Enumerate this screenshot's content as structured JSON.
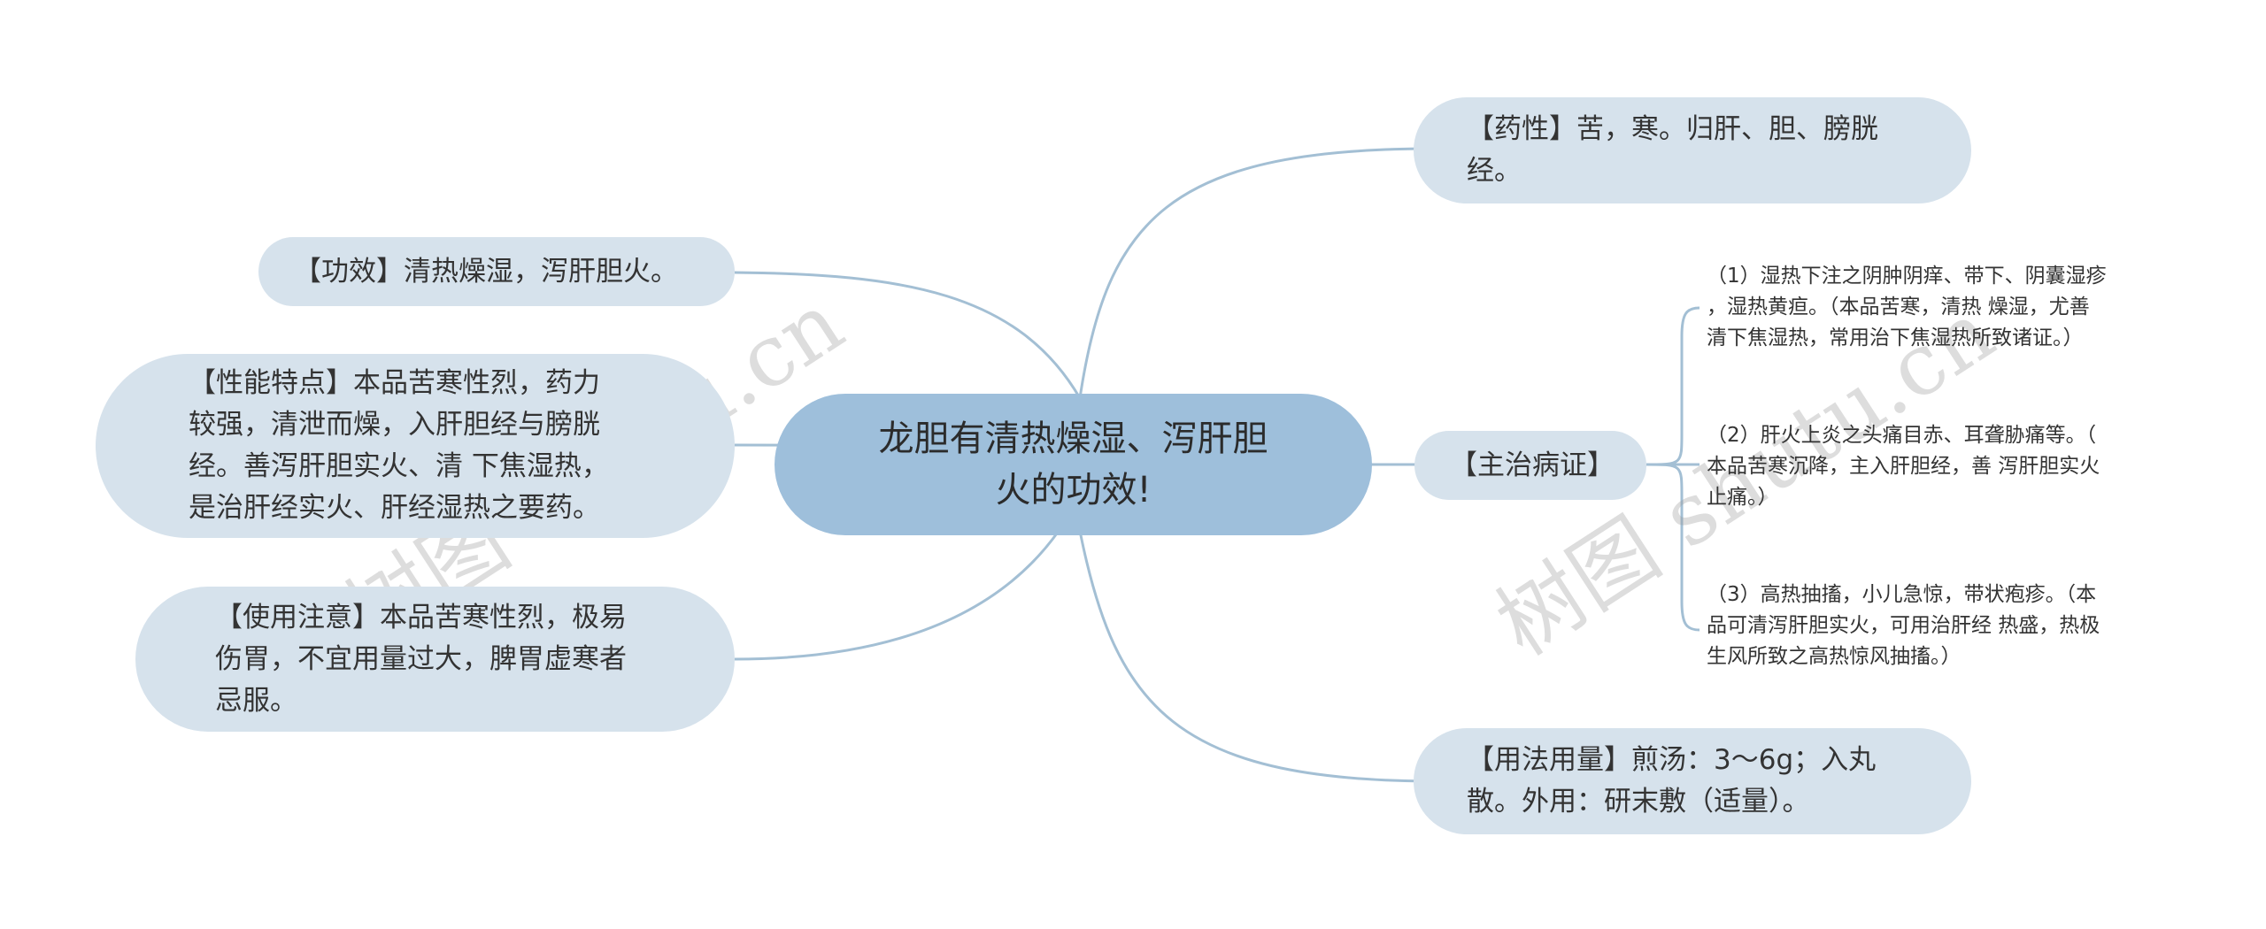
{
  "center": {
    "text": "龙胆有清热燥湿、泻肝胆\n火的功效!"
  },
  "nodes": {
    "yaoxing": "【药性】苦，寒。归肝、胆、膀胱\n经。",
    "gongxiao": "【功效】清热燥湿，泻肝胆火。",
    "xingneng": "【性能特点】本品苦寒性烈，药力\n较强，清泄而燥，入肝胆经与膀胱\n经。善泻肝胆实火、清 下焦湿热，\n是治肝经实火、肝经湿热之要药。",
    "shiyong": "【使用注意】本品苦寒性烈，极易\n伤胃，不宜用量过大，脾胃虚寒者\n忌服。",
    "zhuzhi": "【主治病证】",
    "yongfa": "【用法用量】煎汤：3～6g；入丸\n散。外用：研末敷（适量）。"
  },
  "leaves": [
    "（1）湿热下注之阴肿阴痒、带下、阴囊湿疹\n，湿热黄疸。（本品苦寒，清热 燥湿，尤善\n清下焦湿热，常用治下焦湿热所致诸证。）",
    "（2）肝火上炎之头痛目赤、耳聋胁痛等。（\n本品苦寒沉降，主入肝胆经，善 泻肝胆实火\n止痛。）",
    "（3）高热抽搐，小儿急惊，带状疱疹。（本\n品可清泻肝胆实火，可用治肝经 热盛，热极\n生风所致之高热惊风抽搐。）"
  ],
  "watermarks": [
    "树图 shutu.cn",
    "树图 shutu.cn"
  ],
  "colors": {
    "line": "#a3bfd4",
    "node": "#d6e2ec",
    "center": "#9ebfdb"
  }
}
